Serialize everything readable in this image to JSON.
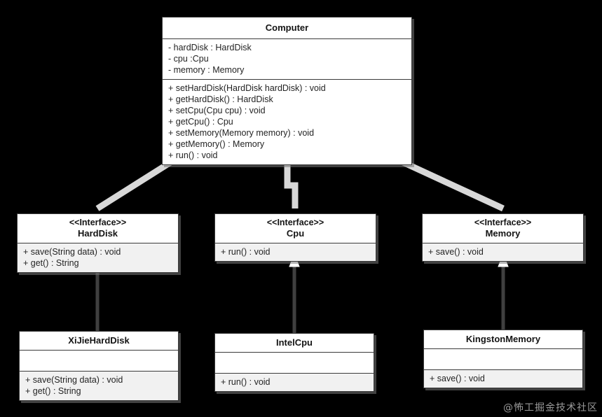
{
  "diagram": {
    "title": "Computer UML Class Diagram",
    "background": "#000000",
    "box_fill": "#ffffff",
    "line_color": "#3a3a3a",
    "connector_color": "#d8d8d8",
    "inherit_line_color": "#3d3d3d"
  },
  "classes": {
    "computer": {
      "name": "Computer",
      "attributes": [
        "- hardDisk : HardDisk",
        "- cpu :Cpu",
        "- memory : Memory"
      ],
      "methods": [
        "+ setHardDisk(HardDisk hardDisk) : void",
        "+ getHardDisk() : HardDisk",
        "+ setCpu(Cpu cpu) : void",
        "+ getCpu() : Cpu",
        "+ setMemory(Memory memory) : void",
        "+ getMemory() : Memory",
        "+ run() : void"
      ]
    },
    "harddisk": {
      "stereotype": "<<Interface>>",
      "name": "HardDisk",
      "methods": [
        "+ save(String data) : void",
        "+ get() : String"
      ]
    },
    "cpu": {
      "stereotype": "<<Interface>>",
      "name": "Cpu",
      "methods": [
        "+ run() : void"
      ]
    },
    "memory": {
      "stereotype": "<<Interface>>",
      "name": "Memory",
      "methods": [
        "+ save() : void"
      ]
    },
    "xijiehharddisk": {
      "name": "XiJieHardDisk",
      "attributes": [],
      "methods": [
        "+ save(String data) : void",
        "+ get() : String"
      ]
    },
    "intelcpu": {
      "name": "IntelCpu",
      "attributes": [],
      "methods": [
        "+ run() : void"
      ]
    },
    "kingstonmemory": {
      "name": "KingstonMemory",
      "attributes": [],
      "methods": [
        "+ save() : void"
      ]
    }
  },
  "watermark": {
    "text": "@怖工掘金技术社区"
  }
}
